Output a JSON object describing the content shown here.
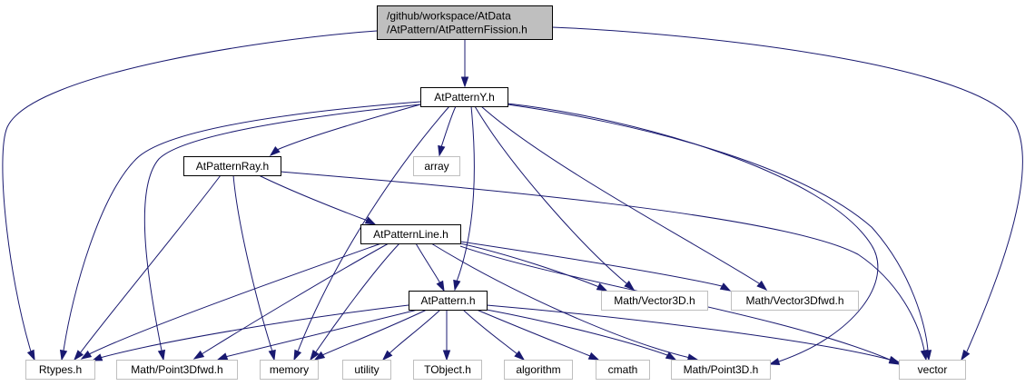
{
  "diagram": {
    "colors": {
      "edge": "#191970",
      "root_fill": "#bfbfbf",
      "node_border": "#000000",
      "external_border": "#bfbfbf",
      "background": "#ffffff"
    },
    "nodes": [
      {
        "id": "root",
        "lines": [
          "/github/workspace/AtData",
          "/AtPattern/AtPatternFission.h"
        ],
        "kind": "root"
      },
      {
        "id": "atpatterny",
        "lines": [
          "AtPatternY.h"
        ],
        "kind": "local"
      },
      {
        "id": "atpatternray",
        "lines": [
          "AtPatternRay.h"
        ],
        "kind": "local"
      },
      {
        "id": "array",
        "lines": [
          "array"
        ],
        "kind": "external"
      },
      {
        "id": "atpatternline",
        "lines": [
          "AtPatternLine.h"
        ],
        "kind": "local"
      },
      {
        "id": "atpattern",
        "lines": [
          "AtPattern.h"
        ],
        "kind": "local"
      },
      {
        "id": "vector3d",
        "lines": [
          "Math/Vector3D.h"
        ],
        "kind": "external"
      },
      {
        "id": "vector3dfwd",
        "lines": [
          "Math/Vector3Dfwd.h"
        ],
        "kind": "external"
      },
      {
        "id": "rtypes",
        "lines": [
          "Rtypes.h"
        ],
        "kind": "external"
      },
      {
        "id": "point3dfwd",
        "lines": [
          "Math/Point3Dfwd.h"
        ],
        "kind": "external"
      },
      {
        "id": "memory",
        "lines": [
          "memory"
        ],
        "kind": "external"
      },
      {
        "id": "utility",
        "lines": [
          "utility"
        ],
        "kind": "external"
      },
      {
        "id": "tobject",
        "lines": [
          "TObject.h"
        ],
        "kind": "external"
      },
      {
        "id": "algorithm",
        "lines": [
          "algorithm"
        ],
        "kind": "external"
      },
      {
        "id": "cmath",
        "lines": [
          "cmath"
        ],
        "kind": "external"
      },
      {
        "id": "point3d",
        "lines": [
          "Math/Point3D.h"
        ],
        "kind": "external"
      },
      {
        "id": "vector",
        "lines": [
          "vector"
        ],
        "kind": "external"
      }
    ],
    "edges": [
      {
        "from": "root",
        "to": "atpatterny"
      },
      {
        "from": "root",
        "to": "rtypes"
      },
      {
        "from": "root",
        "to": "vector"
      },
      {
        "from": "atpatterny",
        "to": "atpatternray"
      },
      {
        "from": "atpatterny",
        "to": "array"
      },
      {
        "from": "atpatterny",
        "to": "atpattern"
      },
      {
        "from": "atpatterny",
        "to": "vector3d"
      },
      {
        "from": "atpatterny",
        "to": "vector3dfwd"
      },
      {
        "from": "atpatterny",
        "to": "rtypes"
      },
      {
        "from": "atpatterny",
        "to": "point3dfwd"
      },
      {
        "from": "atpatterny",
        "to": "memory"
      },
      {
        "from": "atpatterny",
        "to": "point3d"
      },
      {
        "from": "atpatterny",
        "to": "vector"
      },
      {
        "from": "atpatternray",
        "to": "atpatternline"
      },
      {
        "from": "atpatternray",
        "to": "rtypes"
      },
      {
        "from": "atpatternray",
        "to": "memory"
      },
      {
        "from": "atpatternray",
        "to": "vector"
      },
      {
        "from": "atpatternline",
        "to": "atpattern"
      },
      {
        "from": "atpatternline",
        "to": "vector3d"
      },
      {
        "from": "atpatternline",
        "to": "vector3dfwd"
      },
      {
        "from": "atpatternline",
        "to": "rtypes"
      },
      {
        "from": "atpatternline",
        "to": "point3dfwd"
      },
      {
        "from": "atpatternline",
        "to": "memory"
      },
      {
        "from": "atpatternline",
        "to": "point3d"
      },
      {
        "from": "atpatternline",
        "to": "vector"
      },
      {
        "from": "atpattern",
        "to": "rtypes"
      },
      {
        "from": "atpattern",
        "to": "point3dfwd"
      },
      {
        "from": "atpattern",
        "to": "memory"
      },
      {
        "from": "atpattern",
        "to": "utility"
      },
      {
        "from": "atpattern",
        "to": "tobject"
      },
      {
        "from": "atpattern",
        "to": "algorithm"
      },
      {
        "from": "atpattern",
        "to": "cmath"
      },
      {
        "from": "atpattern",
        "to": "point3d"
      },
      {
        "from": "atpattern",
        "to": "vector"
      }
    ]
  }
}
